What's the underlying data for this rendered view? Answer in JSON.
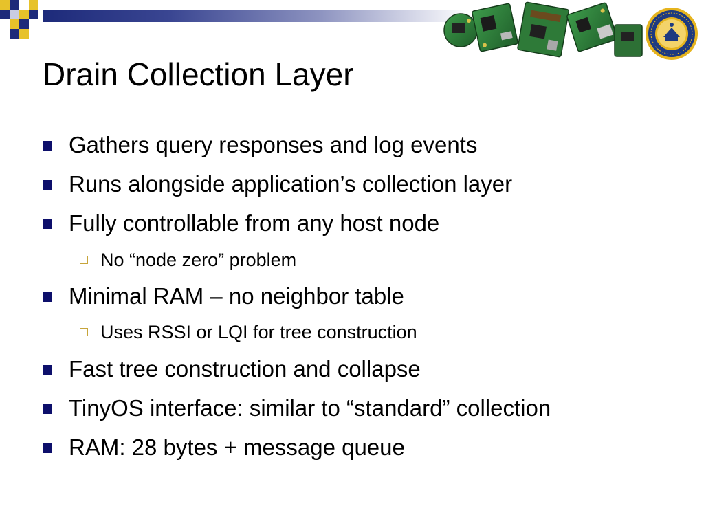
{
  "slide": {
    "title": "Drain Collection Layer",
    "bullets": [
      {
        "level": 1,
        "text": "Gathers query responses and log events"
      },
      {
        "level": 1,
        "text": "Runs alongside application’s collection layer"
      },
      {
        "level": 1,
        "text": "Fully controllable from any host node"
      },
      {
        "level": 2,
        "text": "No “node zero” problem"
      },
      {
        "level": 1,
        "text": "Minimal RAM – no neighbor table"
      },
      {
        "level": 2,
        "text": "Uses RSSI or LQI for tree construction"
      },
      {
        "level": 1,
        "text": "Fast tree construction and collapse"
      },
      {
        "level": 1,
        "text": "TinyOS interface: similar to “standard” collection"
      },
      {
        "level": 1,
        "text": "RAM: 28 bytes + message queue"
      }
    ]
  },
  "icons": {
    "level1_marker": "filled-square-bullet-icon",
    "level2_marker": "hollow-square-bullet-icon",
    "seal": "university-seal-logo",
    "boards": "sensor-board-photos"
  },
  "colors": {
    "navy": "#1d2a7a",
    "bullet_navy": "#0d0f6b",
    "gold": "#e7c22a",
    "seal_blue": "#1e3a80",
    "seal_gold": "#e6b41e",
    "board_green": "#2f7d3a"
  }
}
